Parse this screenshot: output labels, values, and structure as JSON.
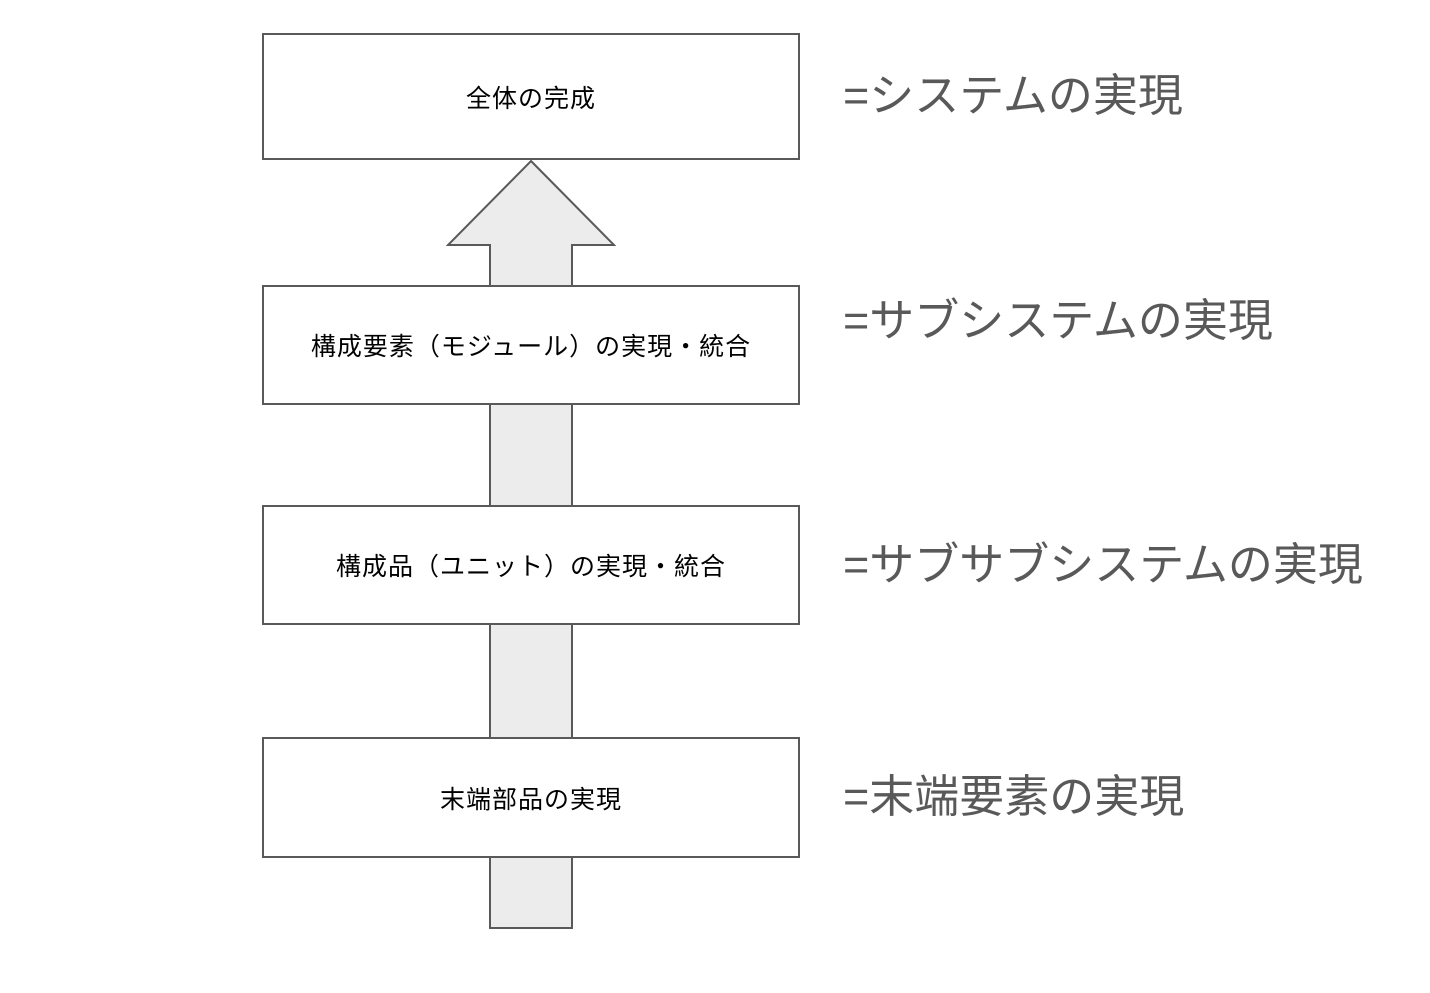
{
  "diagram": {
    "description": "bottom-up system realization flow",
    "levels": [
      {
        "box": "全体の完成",
        "label": "=システムの実現"
      },
      {
        "box": "構成要素（モジュール）の実現・統合",
        "label": "=サブシステムの実現"
      },
      {
        "box": "構成品（ユニット）の実現・統合",
        "label": "=サブサブシステムの実現"
      },
      {
        "box": "末端部品の実現",
        "label": "=末端要素の実現"
      }
    ],
    "colors": {
      "box_border": "#595959",
      "box_bg": "#ffffff",
      "arrow_fill": "#ececec",
      "arrow_stroke": "#595959",
      "box_text": "#000000",
      "label_text": "#595959"
    }
  }
}
